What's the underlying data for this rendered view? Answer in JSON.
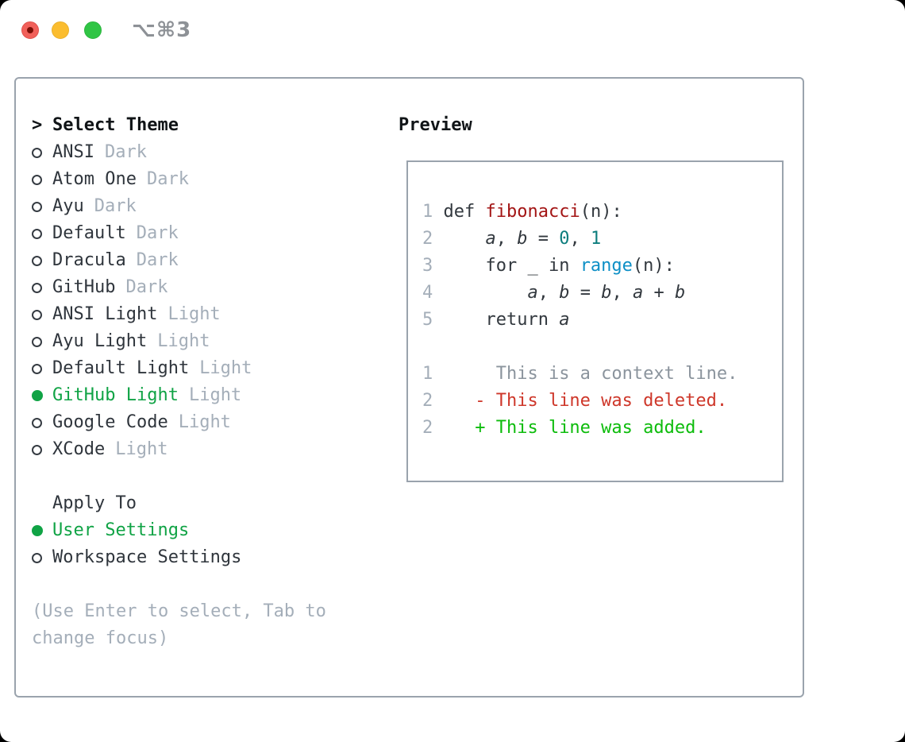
{
  "titlebar": {
    "shortcut": "⌥⌘3",
    "traffic_lights": [
      "close",
      "minimize",
      "zoom"
    ]
  },
  "panel": {
    "theme_section": {
      "header_marker": ">",
      "header": "Select Theme",
      "themes": [
        {
          "name": "ANSI",
          "tag": "Dark",
          "selected": false
        },
        {
          "name": "Atom One",
          "tag": "Dark",
          "selected": false
        },
        {
          "name": "Ayu",
          "tag": "Dark",
          "selected": false
        },
        {
          "name": "Default",
          "tag": "Dark",
          "selected": false
        },
        {
          "name": "Dracula",
          "tag": "Dark",
          "selected": false
        },
        {
          "name": "GitHub",
          "tag": "Dark",
          "selected": false
        },
        {
          "name": "ANSI Light",
          "tag": "Light",
          "selected": false
        },
        {
          "name": "Ayu Light",
          "tag": "Light",
          "selected": false
        },
        {
          "name": "Default Light",
          "tag": "Light",
          "selected": false
        },
        {
          "name": "GitHub Light",
          "tag": "Light",
          "selected": true
        },
        {
          "name": "Google Code",
          "tag": "Light",
          "selected": false
        },
        {
          "name": "XCode",
          "tag": "Light",
          "selected": false
        }
      ]
    },
    "apply_section": {
      "header": "Apply To",
      "options": [
        {
          "label": "User Settings",
          "selected": true
        },
        {
          "label": "Workspace Settings",
          "selected": false
        }
      ]
    },
    "hint_lines": [
      "(Use Enter to select, Tab to",
      "change focus)"
    ]
  },
  "preview": {
    "header": "Preview",
    "lines": [
      {
        "num": "1",
        "tokens": [
          [
            "code",
            " def "
          ],
          [
            "function",
            "fibonacci"
          ],
          [
            "code",
            "(n):"
          ]
        ]
      },
      {
        "num": "2",
        "tokens": [
          [
            "code",
            "     "
          ],
          [
            "variable",
            "a"
          ],
          [
            "code",
            ", "
          ],
          [
            "variable",
            "b"
          ],
          [
            "code",
            " = "
          ],
          [
            "number",
            "0"
          ],
          [
            "code",
            ", "
          ],
          [
            "number",
            "1"
          ]
        ]
      },
      {
        "num": "3",
        "tokens": [
          [
            "code",
            "     for _ in "
          ],
          [
            "builtin",
            "range"
          ],
          [
            "code",
            "(n):"
          ]
        ]
      },
      {
        "num": "4",
        "tokens": [
          [
            "code",
            "         "
          ],
          [
            "variable",
            "a"
          ],
          [
            "code",
            ", "
          ],
          [
            "variable",
            "b"
          ],
          [
            "code",
            " = "
          ],
          [
            "variable",
            "b"
          ],
          [
            "code",
            ", "
          ],
          [
            "variable",
            "a"
          ],
          [
            "code",
            " + "
          ],
          [
            "variable",
            "b"
          ]
        ]
      },
      {
        "num": "5",
        "tokens": [
          [
            "code",
            "     return "
          ],
          [
            "variable",
            "a"
          ]
        ]
      },
      {
        "num": "",
        "tokens": []
      },
      {
        "num": "1",
        "tokens": [
          [
            "context",
            "      This is a context line."
          ]
        ]
      },
      {
        "num": "2",
        "tokens": [
          [
            "deleted",
            "    - This line was deleted."
          ]
        ]
      },
      {
        "num": "2",
        "tokens": [
          [
            "added",
            "    + This line was added."
          ]
        ]
      }
    ]
  },
  "colors": {
    "selection_green": "#10a345",
    "added_green": "#0dbc0c",
    "deleted_red": "#ce372a",
    "function_red": "#a31515",
    "builtin_blue": "#0d8fc6",
    "number_teal": "#0d7d7d",
    "muted_gray": "#a4aeb9",
    "context_gray": "#8b949d",
    "border_gray": "#9aa3ad",
    "traffic_red": "#f1605a",
    "traffic_yellow": "#fbbd2f",
    "traffic_green": "#30c545"
  }
}
